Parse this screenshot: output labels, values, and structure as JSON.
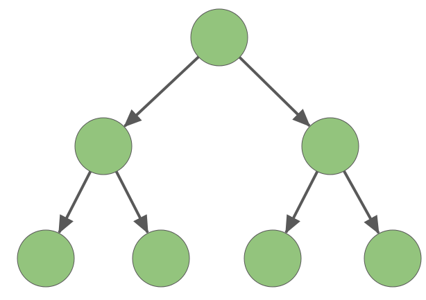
{
  "diagram": {
    "type": "binary-tree",
    "node_fill": "#93c47d",
    "node_stroke": "#595959",
    "edge_color": "#595959",
    "nodes": [
      {
        "id": "root",
        "level": 0,
        "label": ""
      },
      {
        "id": "left-child",
        "level": 1,
        "label": ""
      },
      {
        "id": "right-child",
        "level": 1,
        "label": ""
      },
      {
        "id": "leaf-1",
        "level": 2,
        "label": ""
      },
      {
        "id": "leaf-2",
        "level": 2,
        "label": ""
      },
      {
        "id": "leaf-3",
        "level": 2,
        "label": ""
      },
      {
        "id": "leaf-4",
        "level": 2,
        "label": ""
      }
    ],
    "edges": [
      {
        "from": "root",
        "to": "left-child"
      },
      {
        "from": "root",
        "to": "right-child"
      },
      {
        "from": "left-child",
        "to": "leaf-1"
      },
      {
        "from": "left-child",
        "to": "leaf-2"
      },
      {
        "from": "right-child",
        "to": "leaf-3"
      },
      {
        "from": "right-child",
        "to": "leaf-4"
      }
    ]
  }
}
